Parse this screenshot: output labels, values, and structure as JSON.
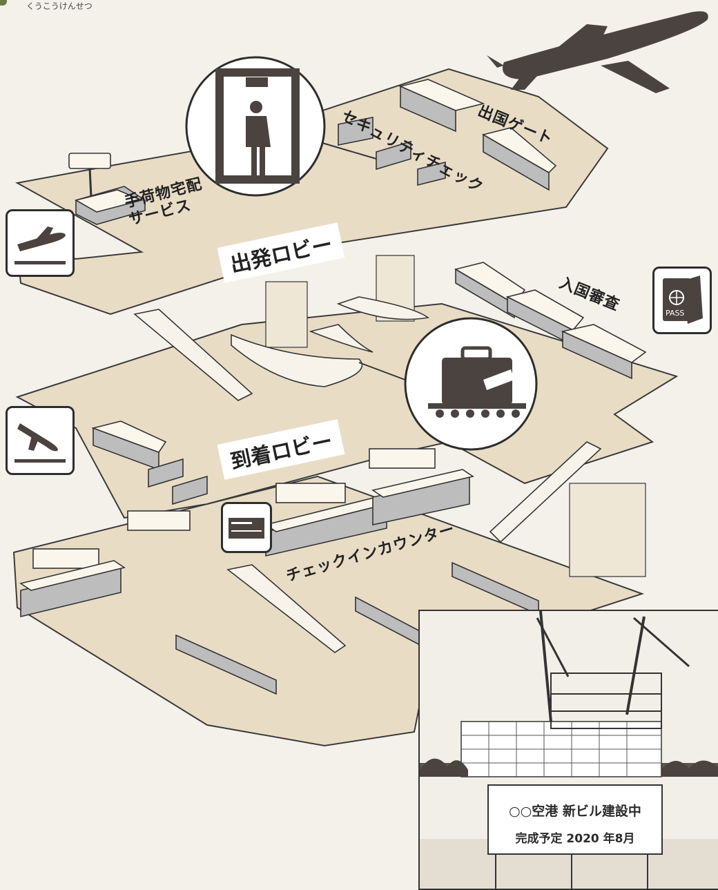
{
  "header": {
    "reading": "くうこうけんせつ"
  },
  "labels": {
    "security_check": "セキュリティチェック",
    "departure_gate": "出国ゲート",
    "baggage_delivery": "手荷物宅配\nサービス",
    "departure_lobby": "出発ロビー",
    "immigration": "入国審査",
    "arrival_lobby": "到着ロビー",
    "checkin_counter": "チェックインカウンター"
  },
  "passport_icon": {
    "text": "PASS"
  },
  "construction": {
    "line1": "○○空港 新ビル建設中",
    "line2": "完成予定 2020 年8月"
  },
  "colors": {
    "floor": "#e8dcc5",
    "icon": "#4a4340",
    "ink": "#2d2d2d"
  }
}
